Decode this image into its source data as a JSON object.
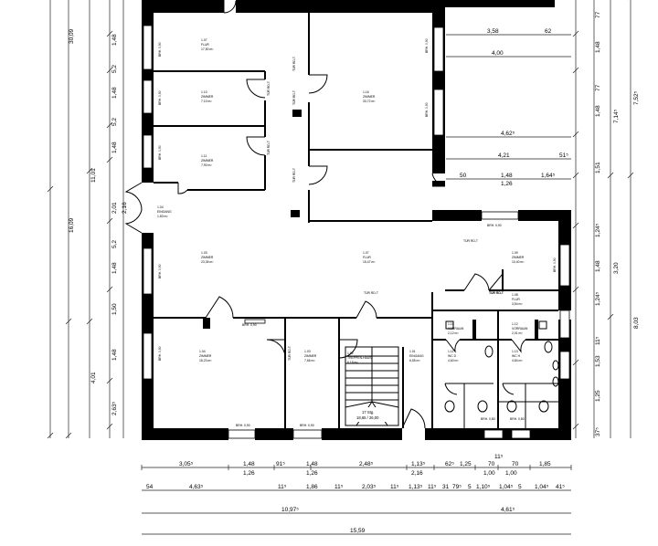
{
  "rooms": [
    {
      "key": "flur_top",
      "num": "1.07",
      "name": "FLUR",
      "area": "17,50 m²"
    },
    {
      "key": "zimmer_16",
      "num": "1.16",
      "name": "ZIMMER",
      "area": "33,72 m²"
    },
    {
      "key": "zimmer_10",
      "num": "1.10",
      "name": "ZIMMER",
      "area": "7,10 m²"
    },
    {
      "key": "zimmer_11",
      "num": "1.11",
      "name": "ZIMMER",
      "area": "7,90 m²"
    },
    {
      "key": "eingang_l",
      "num": "1.04",
      "name": "EINGANG",
      "area": "1,83 m²"
    },
    {
      "key": "zimmer_big",
      "num": "1.03",
      "name": "ZIMMER",
      "area": "23,35 m²"
    },
    {
      "key": "flur_mid",
      "num": "1.07",
      "name": "FLUR",
      "area": "15,47 m²"
    },
    {
      "key": "zimmer_r",
      "num": "1.09",
      "name": "ZIMMER",
      "area": "10,40 m²"
    },
    {
      "key": "flur_r",
      "num": "1.08",
      "name": "FLUR",
      "area": "3,54 m²"
    },
    {
      "key": "vorraum_1",
      "num": "1.10",
      "name": "VORRAUM",
      "area": "2,12 m²"
    },
    {
      "key": "vorraum_2",
      "num": "1.12",
      "name": "VORRAUM",
      "area": "2,01 m²"
    },
    {
      "key": "zimmer_b1",
      "num": "1.04",
      "name": "ZIMMER",
      "area": "18,23 m²"
    },
    {
      "key": "zimmer_b2",
      "num": "1.03",
      "name": "ZIMMER",
      "area": "7,66 m²"
    },
    {
      "key": "treppenhaus",
      "num": "1.02",
      "name": "TREPPEN-HAUS",
      "area": "6,18 m²"
    },
    {
      "key": "eingang_b",
      "num": "1.01",
      "name": "EINGANG",
      "area": "6,55 m²"
    },
    {
      "key": "wc_d",
      "num": "1.11",
      "name": "WC D",
      "area": "4,60 m²"
    },
    {
      "key": "wc_h",
      "num": "1.13",
      "name": "WC H",
      "area": "4,84 m²"
    }
  ],
  "stair_label": {
    "line1": "17 Stg.",
    "line2": "18,65 / 26,00"
  },
  "tags": {
    "brh_090": "BRH. 0,90",
    "brh_080": "BRH. 0,80",
    "tur_rd": "TÜR RD-T"
  },
  "dims_top_right": [
    "3,58",
    "62",
    "4,00",
    "4,62⁵",
    "4,21",
    "51⁵",
    "50",
    "1,48",
    "1,64⁵",
    "1,26"
  ],
  "dims_left_outer": [
    "30,09",
    "16,09",
    "11,01",
    "4,01",
    "2,63⁵"
  ],
  "dims_left_inner": [
    "1,48",
    "5,2",
    "1,48",
    "5,2",
    "1,48",
    "2,01",
    "2,16",
    "5,2",
    "1,48",
    "1,50",
    "1,48"
  ],
  "dims_right_outer": [
    "7,52⁵",
    "8,03",
    "7,14⁵",
    "3,20"
  ],
  "dims_right_inner": [
    "77",
    "1,48",
    "77",
    "1,48",
    "1,51",
    "1,24⁵",
    "1,48",
    "1,24⁵",
    "11⁵",
    "1,53",
    "1,25",
    "37⁵"
  ],
  "dims_bottom_row1": [
    "3,05⁵",
    "1,48",
    "91⁵",
    "1,48",
    "2,48⁵",
    "1,13⁵",
    "62⁵",
    "1,25",
    "70",
    "70",
    "1,85"
  ],
  "dims_bottom_row1_sub": [
    "1,26",
    "1,26",
    "2,16",
    "1,00",
    "1,00"
  ],
  "dims_bottom_row1_top": "11⁵",
  "dims_bottom_row2": [
    "54",
    "4,63⁵",
    "11⁵",
    "1,86",
    "11⁵",
    "2,03⁵",
    "11⁵",
    "1,13⁵",
    "11⁵",
    "31",
    "79⁵",
    "5",
    "1,10⁵",
    "1,04⁵",
    "5",
    "1,04⁵",
    "41⁵"
  ],
  "dims_bottom_row3": [
    "10,97⁵",
    "4,61⁵"
  ],
  "dims_bottom_row4": "15,59"
}
